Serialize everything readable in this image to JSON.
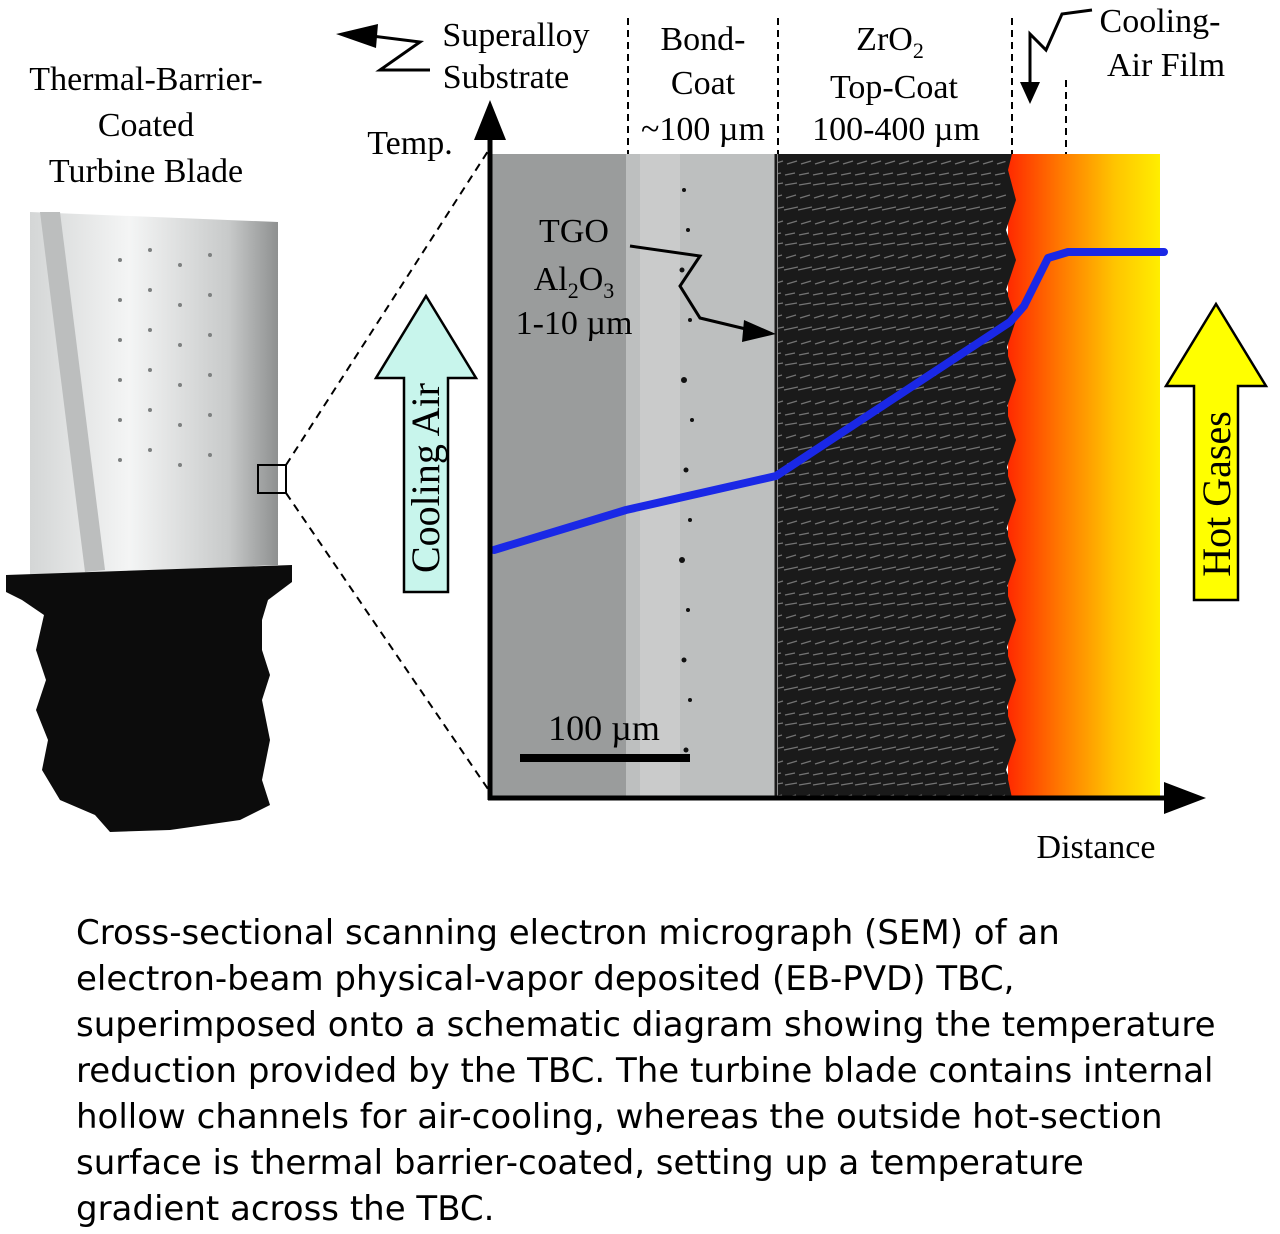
{
  "labels": {
    "blade_line1": "Thermal-Barrier-",
    "blade_line2": "Coated",
    "blade_line3": "Turbine Blade",
    "substrate_line1": "Superalloy",
    "substrate_line2": "Substrate",
    "bondcoat_line1": "Bond-",
    "bondcoat_line2": "Coat",
    "bondcoat_line3": "~100 µm",
    "topcoat_line1_main": "ZrO",
    "topcoat_line1_sub": "2",
    "topcoat_line2": "Top-Coat",
    "topcoat_line3": "100-400 µm",
    "cooling_film_line1": "Cooling-",
    "cooling_film_line2": "Air Film",
    "temp_axis": "Temp.",
    "distance_axis": "Distance",
    "tgo_line1": "TGO",
    "tgo_line2_a": "Al",
    "tgo_line2_sub1": "2",
    "tgo_line2_b": "O",
    "tgo_line2_sub2": "3",
    "tgo_line3": "1-10 µm",
    "scale_bar": "100 µm",
    "cooling_air_arrow": "Cooling Air",
    "hot_gases_arrow": "Hot Gases"
  },
  "caption": {
    "text": "Cross-sectional scanning electron micrograph (SEM) of an electron-beam physical-vapor deposited (EB-PVD) TBC, superimposed onto a schematic diagram showing the temperature reduction provided by the TBC. The turbine blade contains internal hollow channels for air-cooling, whereas the outside hot-section surface is thermal barrier-coated, setting up a temperature gradient across the TBC."
  },
  "colors": {
    "temperature_curve": "#1a28e6",
    "cooling_air_arrow_fill": "#c8f5ec",
    "hot_gases_arrow_fill": "#ffff00",
    "hot_zone_start": "#ff3300",
    "hot_zone_end": "#ffee00"
  }
}
